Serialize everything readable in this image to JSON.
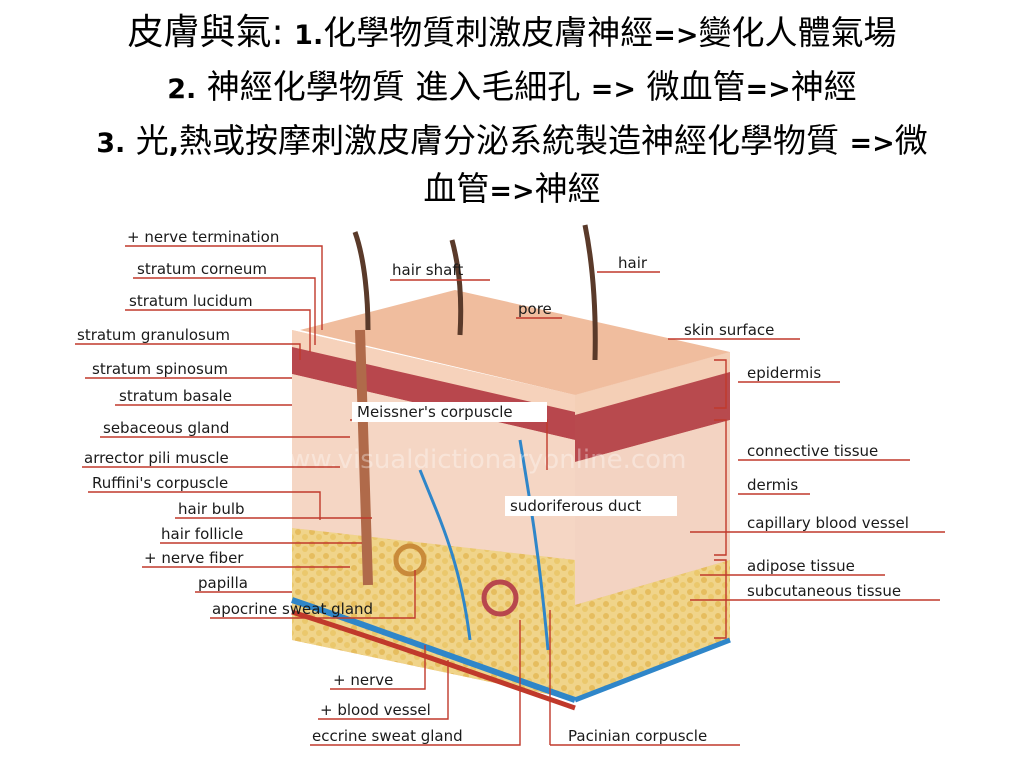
{
  "title": {
    "line1_heading": "皮膚與氣:",
    "line1_num": "1.",
    "line1_text": "化學物質刺激皮膚神經",
    "line1_arrow": "=>",
    "line1_tail": "變化人體氣場",
    "line2_num": "2.",
    "line2_text": "神經化學物質 進入毛細孔",
    "line2_arrow1": "=>",
    "line2_mid": "微血管",
    "line2_arrow2": "=>",
    "line2_tail": "神經",
    "line3_num": "3.",
    "line3_word": "光",
    "line3_comma": ",",
    "line3_text": "熱或按摩刺激皮膚分泌系統製造神經化學物質",
    "line3_arrow": "=>",
    "line3_tail": "微",
    "line4_text": "血管",
    "line4_arrow": "=>",
    "line4_tail": "神經"
  },
  "diagram": {
    "watermark": "www.visualdictionaryonline.com",
    "labels_left": [
      "+ nerve termination",
      "stratum corneum",
      "stratum lucidum",
      "stratum granulosum",
      "stratum spinosum",
      "stratum basale",
      "sebaceous gland",
      "arrector pili muscle",
      "Ruffini's corpuscle",
      "hair bulb",
      "hair follicle",
      "+ nerve fiber",
      "papilla",
      "apocrine sweat gland"
    ],
    "labels_top": [
      "hair shaft",
      "pore",
      "hair"
    ],
    "labels_right": [
      "skin surface",
      "epidermis",
      "connective tissue",
      "dermis",
      "capillary blood vessel",
      "adipose tissue",
      "subcutaneous tissue"
    ],
    "labels_center": [
      "Meissner's corpuscle",
      "sudoriferous duct"
    ],
    "labels_bottom": [
      "+ nerve",
      "+ blood vessel",
      "eccrine sweat gland",
      "Pacinian corpuscle"
    ]
  },
  "colors": {
    "leader": "#c0392b",
    "epidermis": "#e8b59a",
    "dermis": "#efc3a8",
    "adipose": "#e9c878",
    "nerve": "#2f86c9"
  }
}
